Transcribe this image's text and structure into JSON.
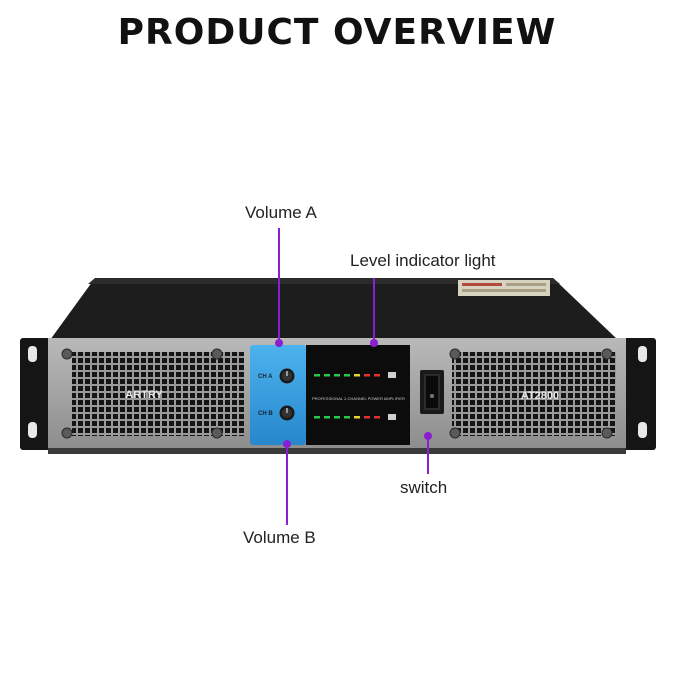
{
  "title": "PRODUCT OVERVIEW",
  "callouts": {
    "volume_a": "Volume A",
    "level_indicator": "Level indicator light",
    "switch": "switch",
    "volume_b": "Volume B"
  },
  "device": {
    "brand_left": "ARTRY",
    "model_right": "AT2800",
    "channel_a": "CH A",
    "channel_b": "CH B",
    "display_caption": "PROFESSIONAL 2-CHANNEL POWER AMPLIFIER"
  },
  "colors": {
    "callout_line": "#8a1fd1",
    "panel_blue": "#3aa0e0",
    "chassis": "#1c1c1c"
  }
}
